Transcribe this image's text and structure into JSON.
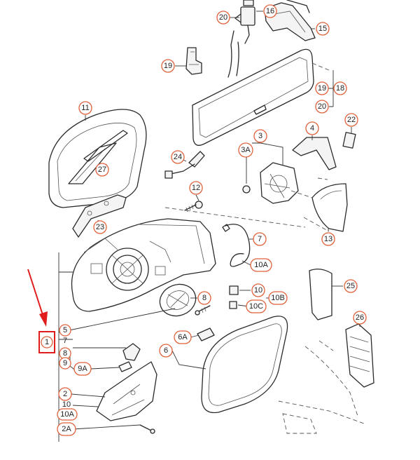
{
  "diagram": {
    "callouts": {
      "c1": "1",
      "c2": "2",
      "c2A": "2A",
      "c3": "3",
      "c3A": "3A",
      "c4": "4",
      "c5": "5",
      "c6": "6",
      "c6A": "6A",
      "c7": "7",
      "c7b": "7",
      "c8": "8",
      "c8b": "8",
      "c9": "9",
      "c9A": "9A",
      "c10": "10",
      "c10b": "10",
      "c10A": "10A",
      "c10Ab": "10A",
      "c10B": "10B",
      "c10C": "10C",
      "c11": "11",
      "c12": "12",
      "c13": "13",
      "c15": "15",
      "c16": "16",
      "c18": "18",
      "c19": "19",
      "c19b": "19",
      "c20": "20",
      "c20b": "20",
      "c22": "22",
      "c23": "23",
      "c24": "24",
      "c25": "25",
      "c26": "26",
      "c27": "27"
    }
  }
}
